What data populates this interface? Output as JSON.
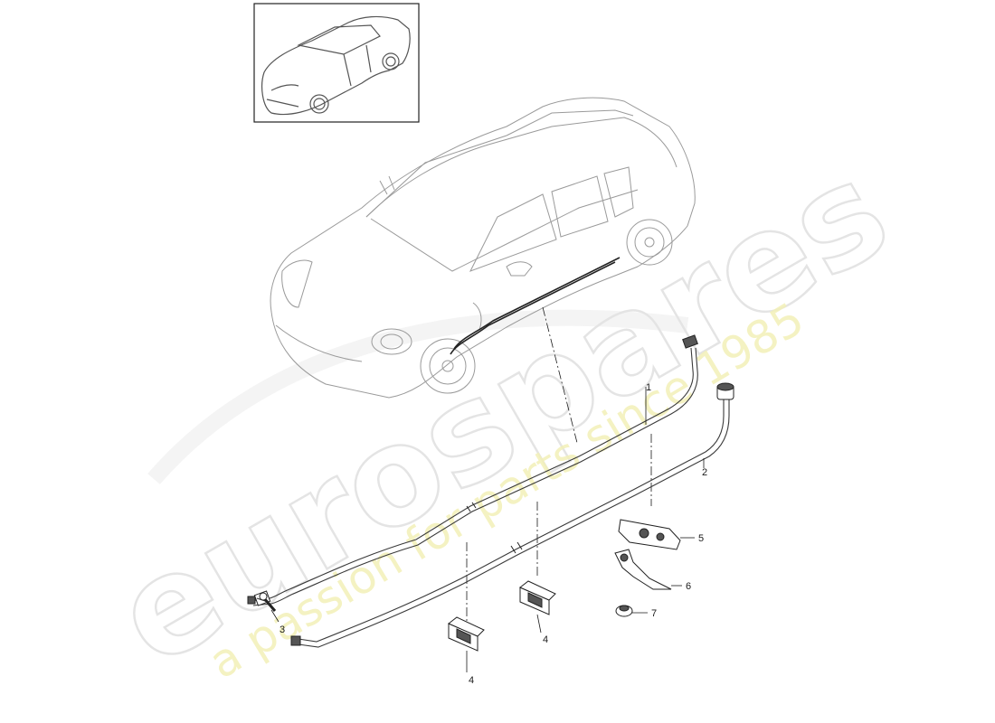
{
  "watermark": {
    "brand": "eurospares",
    "tagline": "a passion for parts since 1985"
  },
  "thumbnail": {
    "icon": "car-thumbnail-icon"
  },
  "callouts": [
    {
      "id": "c1",
      "label": "1"
    },
    {
      "id": "c2",
      "label": "2"
    },
    {
      "id": "c3",
      "label": "3"
    },
    {
      "id": "c4a",
      "label": "4"
    },
    {
      "id": "c4b",
      "label": "4"
    },
    {
      "id": "c5",
      "label": "5"
    },
    {
      "id": "c6",
      "label": "6"
    },
    {
      "id": "c7",
      "label": "7"
    }
  ]
}
